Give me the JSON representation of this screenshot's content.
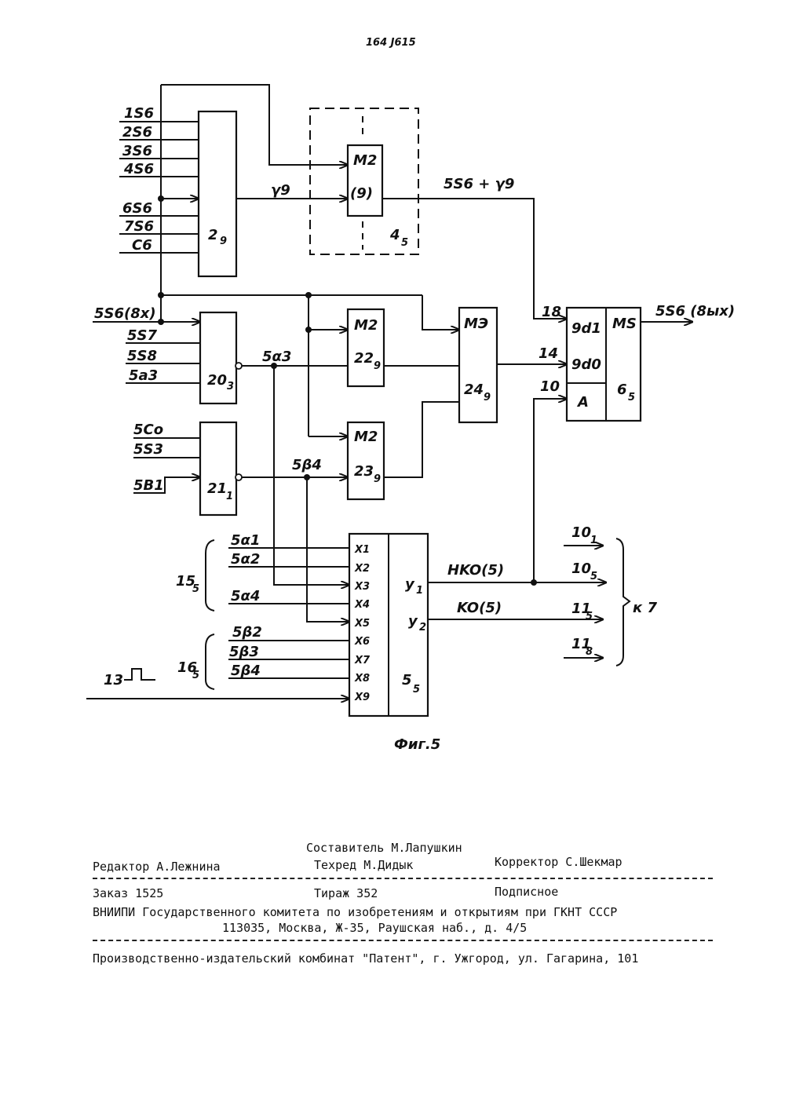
{
  "page_number": "164 J615",
  "figure_caption": "Фиг.5",
  "blocks": {
    "b2": {
      "name": "2",
      "sub": "9"
    },
    "b4": {
      "name": "4",
      "sub": "5"
    },
    "m2_top": {
      "name": "M2",
      "num": "(9)"
    },
    "b20": {
      "name": "20",
      "sub": "3"
    },
    "b21": {
      "name": "21",
      "sub": "1"
    },
    "b22": {
      "name": "M2",
      "num": "22",
      "sub": "9"
    },
    "b23": {
      "name": "M2",
      "num": "23",
      "sub": "9"
    },
    "b24": {
      "name": "МЭ",
      "num": "24",
      "sub": "9"
    },
    "b6": {
      "ms": "MS",
      "num": "6",
      "sub": "5",
      "in1": "9d1",
      "in2": "9d0",
      "in3": "A"
    },
    "b5": {
      "num": "5",
      "sub": "5",
      "y1": "y",
      "y1s": "1",
      "y2": "y",
      "y2s": "2"
    }
  },
  "inputs_b2": [
    "1S6",
    "2S6",
    "3S6",
    "4S6",
    "6S6",
    "7S6",
    "C6"
  ],
  "input_5s6": "5S6(8x)",
  "inputs_b20": [
    "5S7",
    "5S8",
    "5a3"
  ],
  "inputs_b21": [
    "5Co",
    "5S3",
    "5B1"
  ],
  "sig_gamma": "γ9",
  "sig_sum": "5S6 + γ9",
  "sig_a3": "5α3",
  "sig_b4": "5β4",
  "out_label": "5S6 (8ых)",
  "num_18": "18",
  "num_14": "14",
  "num_10": "10",
  "ports": [
    "X1",
    "X2",
    "X3",
    "X4",
    "X5",
    "X6",
    "X7",
    "X8",
    "X9"
  ],
  "group15": {
    "name": "15",
    "sub": "5",
    "sigs": [
      "5α1",
      "5α2",
      "5α4"
    ]
  },
  "group16": {
    "name": "16",
    "sub": "5",
    "sigs": [
      "5β2",
      "5β3",
      "5β4"
    ]
  },
  "clock_label": "13",
  "out_hko": "HKO(5)",
  "out_ko": "KO(5)",
  "dest": [
    "10",
    "1",
    "10",
    "5",
    "11",
    "5",
    "11",
    "8"
  ],
  "to_k7": "к 7",
  "footer": {
    "compiler": "Составитель М.Лапушкин",
    "editor": "Редактор А.Лежнина",
    "techred": "Техред М.Дидык",
    "corrector": "Корректор С.Шекмар",
    "order": "Заказ 1525",
    "tirazh": "Тираж 352",
    "podpisnoe": "Подписное",
    "vniipi": "ВНИИПИ Государственного комитета по изобретениям и открытиям при ГКНТ СССР",
    "address": "113035, Москва, Ж-35, Раушская наб., д. 4/5",
    "kombinat": "Производственно-издательский комбинат \"Патент\", г. Ужгород, ул. Гагарина, 101"
  }
}
